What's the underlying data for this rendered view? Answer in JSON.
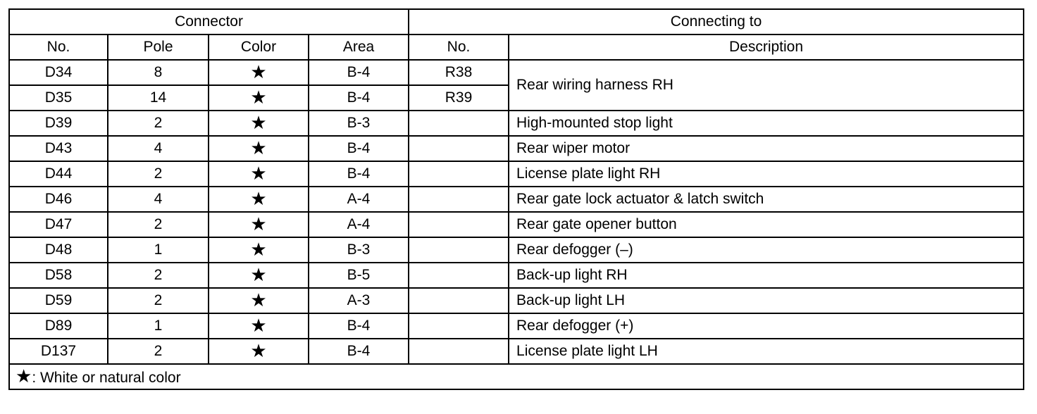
{
  "header": {
    "connector": "Connector",
    "connecting_to": "Connecting to",
    "col_no": "No.",
    "col_pole": "Pole",
    "col_color": "Color",
    "col_area": "Area",
    "col_conn_no": "No.",
    "col_description": "Description"
  },
  "star_glyph": "★",
  "rows": [
    {
      "no": "D34",
      "pole": "8",
      "area": "B-4",
      "conn_no": "R38",
      "description": "Rear wiring harness RH"
    },
    {
      "no": "D35",
      "pole": "14",
      "area": "B-4",
      "conn_no": "R39",
      "description": ""
    },
    {
      "no": "D39",
      "pole": "2",
      "area": "B-3",
      "conn_no": "",
      "description": "High-mounted stop light"
    },
    {
      "no": "D43",
      "pole": "4",
      "area": "B-4",
      "conn_no": "",
      "description": "Rear wiper motor"
    },
    {
      "no": "D44",
      "pole": "2",
      "area": "B-4",
      "conn_no": "",
      "description": "License plate light RH"
    },
    {
      "no": "D46",
      "pole": "4",
      "area": "A-4",
      "conn_no": "",
      "description": "Rear gate lock actuator & latch switch"
    },
    {
      "no": "D47",
      "pole": "2",
      "area": "A-4",
      "conn_no": "",
      "description": "Rear gate opener button"
    },
    {
      "no": "D48",
      "pole": "1",
      "area": "B-3",
      "conn_no": "",
      "description": "Rear defogger (–)"
    },
    {
      "no": "D58",
      "pole": "2",
      "area": "B-5",
      "conn_no": "",
      "description": "Back-up light RH"
    },
    {
      "no": "D59",
      "pole": "2",
      "area": "A-3",
      "conn_no": "",
      "description": "Back-up light LH"
    },
    {
      "no": "D89",
      "pole": "1",
      "area": "B-4",
      "conn_no": "",
      "description": "Rear defogger (+)"
    },
    {
      "no": "D137",
      "pole": "2",
      "area": "B-4",
      "conn_no": "",
      "description": "License plate light LH"
    }
  ],
  "footnote": {
    "text": ": White or natural color"
  }
}
